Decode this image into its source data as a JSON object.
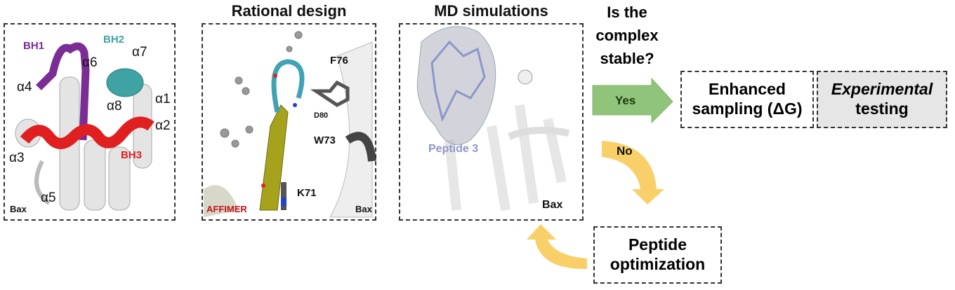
{
  "panels": {
    "structure": {
      "labels": {
        "bh1": "BH1",
        "bh2": "BH2",
        "bh3": "BH3",
        "a1": "α1",
        "a2": "α2",
        "a3": "α3",
        "a4": "α4",
        "a5": "α5",
        "a6": "α6",
        "a7": "α7",
        "a8": "α8",
        "protein": "Bax"
      }
    },
    "rational": {
      "title": "Rational design",
      "labels": {
        "f76": "F76",
        "d80": "D80",
        "w73": "W73",
        "k71": "K71",
        "affimer": "AFFIMER",
        "protein": "Bax"
      }
    },
    "md": {
      "title": "MD simulations",
      "labels": {
        "peptide": "Peptide 3",
        "protein": "Bax"
      }
    }
  },
  "decision": {
    "question_lines": [
      "Is the",
      "complex",
      "stable?"
    ],
    "yes": "Yes",
    "no": "No"
  },
  "boxes": {
    "enhanced": {
      "line1": "Enhanced",
      "line2": "sampling (ΔG)"
    },
    "experimental": {
      "line1": "Experimental",
      "line2": "testing"
    },
    "optimization": {
      "line1": "Peptide",
      "line2": "optimization"
    }
  },
  "colors": {
    "bh1": "#7b2d96",
    "bh2": "#3fa3a3",
    "bh3": "#e02020",
    "yes_arrow": "#8fc47a",
    "no_arrow": "#f9cf6a",
    "peptide": "#8d96c8",
    "affimer": "#c0161c",
    "experimental_fill": "#e6e6e6"
  }
}
